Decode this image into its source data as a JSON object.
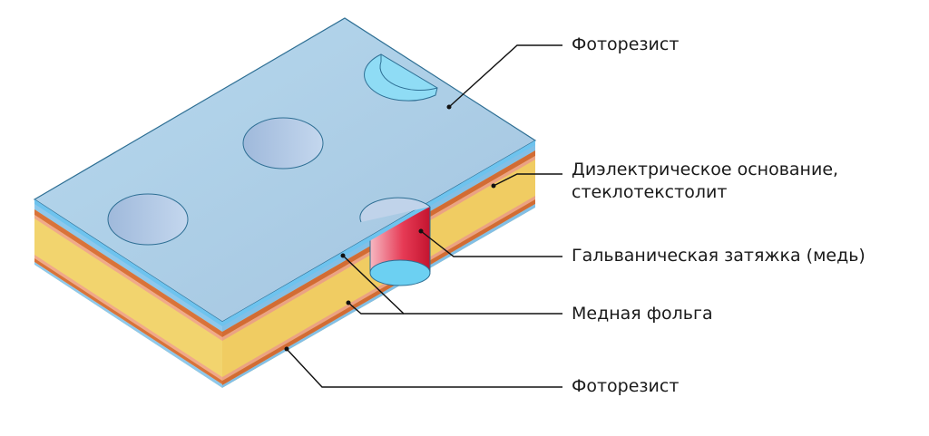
{
  "labels": {
    "photoresist_top": "Фоторезист",
    "dielectric_line1": "Диэлектрическое основание,",
    "dielectric_line2": "стеклотекстолит",
    "plating": "Гальваническая затяжка (медь)",
    "copper_foil": "Медная фольга",
    "photoresist_bottom": "Фоторезист"
  },
  "colors": {
    "photoresist": "#8ec8ec",
    "photoresist_top_face": "#a9cde6",
    "dielectric": "#f2d46e",
    "copper": "#d9733a",
    "copper_light": "#f0a98a",
    "plating": "#e8304a",
    "outline": "#2e6f94",
    "leader": "#111111"
  }
}
